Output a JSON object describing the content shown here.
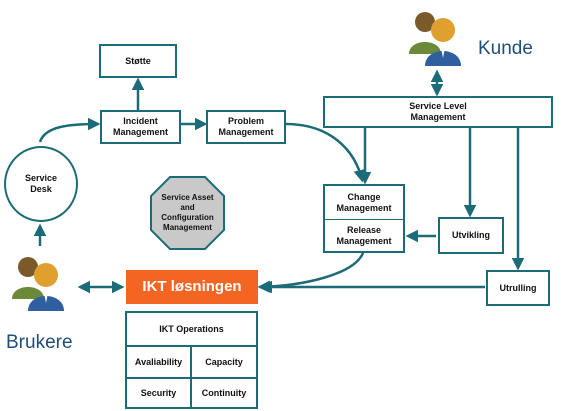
{
  "nodes": {
    "stotte": "Støtte",
    "incident": "Incident\nManagement",
    "problem": "Problem\nManagement",
    "service_desk": "Service\nDesk",
    "service_asset": "Service Asset\nand\nConfiguration\nManagement",
    "slm": "Service Level\nManagement",
    "change": "Change\nManagement",
    "release": "Release\nManagement",
    "utvikling": "Utvikling",
    "utrulling": "Utrulling",
    "ikt_losningen": "IKT løsningen"
  },
  "operations": {
    "title": "IKT Operations",
    "cells": [
      "Avaliability",
      "Capacity",
      "Security",
      "Continuity"
    ]
  },
  "actors": {
    "kunde": "Kunde",
    "brukere": "Brukere"
  },
  "colors": {
    "line": "#1b6b78",
    "accent_orange": "#f26522",
    "label_blue": "#1f4e79",
    "asset_gray": "#c9c9c9"
  },
  "icons": [
    "user-group-icon"
  ]
}
